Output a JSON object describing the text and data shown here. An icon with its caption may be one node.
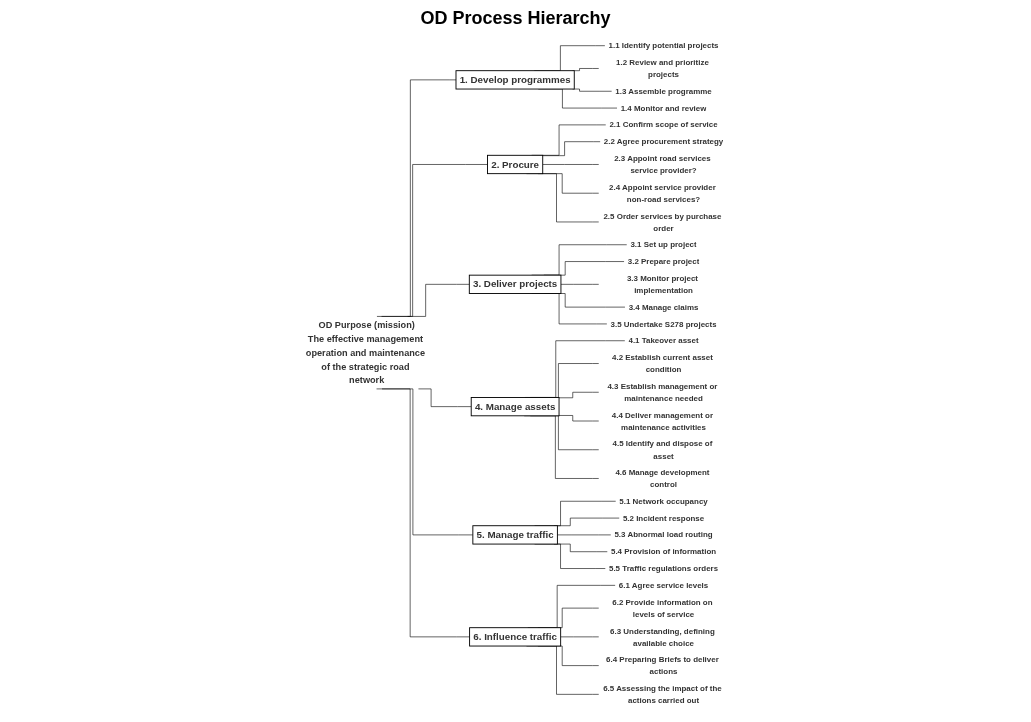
{
  "diagram": {
    "title": "OD Process Hierarchy",
    "nodes": [
      {
        "text": [
          "OD Purpose (mission)",
          "The effective management operation and maintenance of the strategic road network"
        ]
      },
      {
        "text": [
          "1. Develop programmes"
        ]
      },
      {
        "text": [
          "1.1 Identify potential projects"
        ]
      },
      {
        "text": [
          "1.2 Review and prioritize projects"
        ]
      },
      {
        "text": [
          "1.3 Assemble programme"
        ]
      },
      {
        "text": [
          "1.4 Monitor and review"
        ]
      },
      {
        "text": [
          "2. Procure"
        ]
      },
      {
        "text": [
          "2.1 Confirm scope of service"
        ]
      },
      {
        "text": [
          "2.2 Agree procurement strategy"
        ]
      },
      {
        "text": [
          "2.3 Appoint road services service provider?"
        ]
      },
      {
        "text": [
          "2.4 Appoint service provider non-road services?"
        ]
      },
      {
        "text": [
          "2.5 Order services by purchase order"
        ]
      },
      {
        "text": [
          "3. Deliver projects"
        ]
      },
      {
        "text": [
          "3.1 Set up project"
        ]
      },
      {
        "text": [
          "3.2 Prepare project"
        ]
      },
      {
        "text": [
          "3.3 Monitor project implementation"
        ]
      },
      {
        "text": [
          "3.4 Manage claims"
        ]
      },
      {
        "text": [
          "3.5 Undertake S278 projects"
        ]
      },
      {
        "text": [
          "4. Manage assets"
        ]
      },
      {
        "text": [
          "4.1 Takeover asset"
        ]
      },
      {
        "text": [
          "4.2 Establish current asset condition"
        ]
      },
      {
        "text": [
          "4.3 Establish management or maintenance needed"
        ]
      },
      {
        "text": [
          "4.4 Deliver management or maintenance activities"
        ]
      },
      {
        "text": [
          "4.5 Identify and dispose of asset"
        ]
      },
      {
        "text": [
          "4.6 Manage development control"
        ]
      },
      {
        "text": [
          "5. Manage traffic"
        ]
      },
      {
        "text": [
          "5.1 Network occupancy"
        ]
      },
      {
        "text": [
          "5.2 Incident response"
        ]
      },
      {
        "text": [
          "5.3 Abnormal load routing"
        ]
      },
      {
        "text": [
          "5.4 Provision of information"
        ]
      },
      {
        "text": [
          "5.5 Traffic regulations orders"
        ]
      },
      {
        "text": [
          "6. Influence traffic"
        ]
      },
      {
        "text": [
          "6.1 Agree service levels"
        ]
      },
      {
        "text": [
          "6.2 Provide information on levels of service"
        ]
      },
      {
        "text": [
          "6.3 Understanding, defining available choice"
        ]
      },
      {
        "text": [
          "6.4 Preparing Briefs to deliver actions"
        ]
      },
      {
        "text": [
          "6.5 Assessing the impact of the actions carried out"
        ]
      }
    ],
    "edges": [
      {
        "from": 0,
        "to": 1,
        "arrow": "none"
      },
      {
        "from": 0,
        "to": 6,
        "arrow": "none"
      },
      {
        "from": 0,
        "to": 12,
        "arrow": "none"
      },
      {
        "from": 0,
        "to": 18,
        "arrow": "none"
      },
      {
        "from": 0,
        "to": 25,
        "arrow": "none"
      },
      {
        "from": 0,
        "to": 31,
        "arrow": "none"
      },
      {
        "from": 1,
        "to": 2,
        "arrow": "none"
      },
      {
        "from": 1,
        "to": 3,
        "arrow": "none"
      },
      {
        "from": 1,
        "to": 4,
        "arrow": "none"
      },
      {
        "from": 1,
        "to": 5,
        "arrow": "none"
      },
      {
        "from": 6,
        "to": 7,
        "arrow": "none"
      },
      {
        "from": 6,
        "to": 8,
        "arrow": "none"
      },
      {
        "from": 6,
        "to": 9,
        "arrow": "none"
      },
      {
        "from": 6,
        "to": 10,
        "arrow": "none"
      },
      {
        "from": 6,
        "to": 11,
        "arrow": "none"
      },
      {
        "from": 12,
        "to": 13,
        "arrow": "none"
      },
      {
        "from": 12,
        "to": 14,
        "arrow": "none"
      },
      {
        "from": 12,
        "to": 15,
        "arrow": "none"
      },
      {
        "from": 12,
        "to": 16,
        "arrow": "none"
      },
      {
        "from": 12,
        "to": 17,
        "arrow": "none"
      },
      {
        "from": 18,
        "to": 19,
        "arrow": "none"
      },
      {
        "from": 18,
        "to": 20,
        "arrow": "none"
      },
      {
        "from": 18,
        "to": 21,
        "arrow": "none"
      },
      {
        "from": 18,
        "to": 22,
        "arrow": "none"
      },
      {
        "from": 18,
        "to": 23,
        "arrow": "none"
      },
      {
        "from": 18,
        "to": 24,
        "arrow": "none"
      },
      {
        "from": 25,
        "to": 26,
        "arrow": "none"
      },
      {
        "from": 25,
        "to": 27,
        "arrow": "none"
      },
      {
        "from": 25,
        "to": 28,
        "arrow": "none"
      },
      {
        "from": 25,
        "to": 29,
        "arrow": "none"
      },
      {
        "from": 25,
        "to": 30,
        "arrow": "none"
      },
      {
        "from": 31,
        "to": 32,
        "arrow": "none"
      },
      {
        "from": 31,
        "to": 33,
        "arrow": "none"
      },
      {
        "from": 31,
        "to": 34,
        "arrow": "none"
      },
      {
        "from": 31,
        "to": 35,
        "arrow": "none"
      },
      {
        "from": 31,
        "to": 36,
        "arrow": "none"
      }
    ]
  }
}
